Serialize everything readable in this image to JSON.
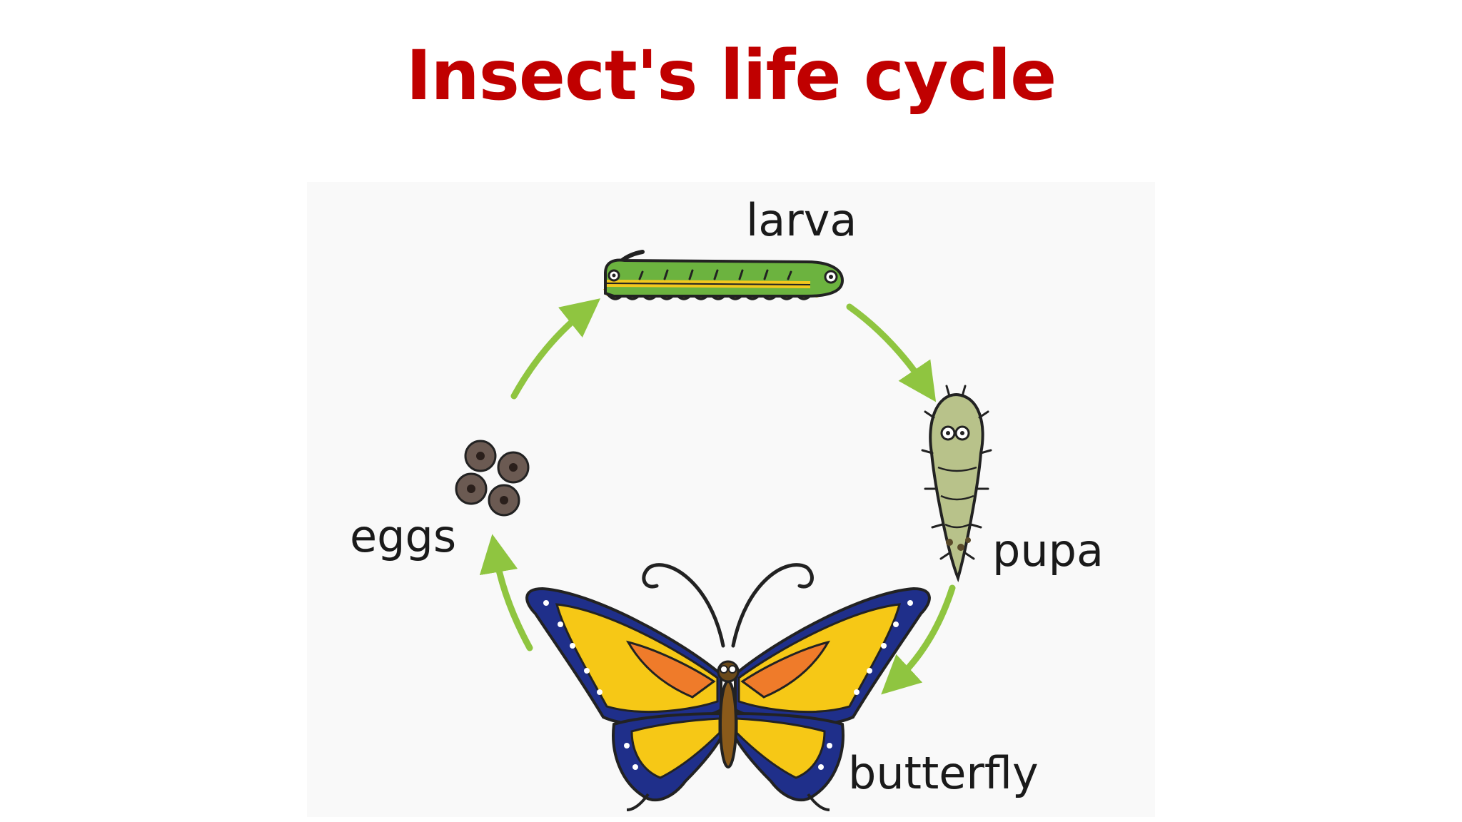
{
  "title": "Insect's life cycle",
  "colors": {
    "title": "#c00000",
    "panel_background": "#f9f9f9",
    "arrow": "#8fc540",
    "label": "#1a1a1a"
  },
  "stages": [
    {
      "label": "larva",
      "icon": "caterpillar-icon"
    },
    {
      "label": "pupa",
      "icon": "pupa-icon"
    },
    {
      "label": "butterfly",
      "icon": "butterfly-icon"
    },
    {
      "label": "eggs",
      "icon": "eggs-icon"
    }
  ]
}
